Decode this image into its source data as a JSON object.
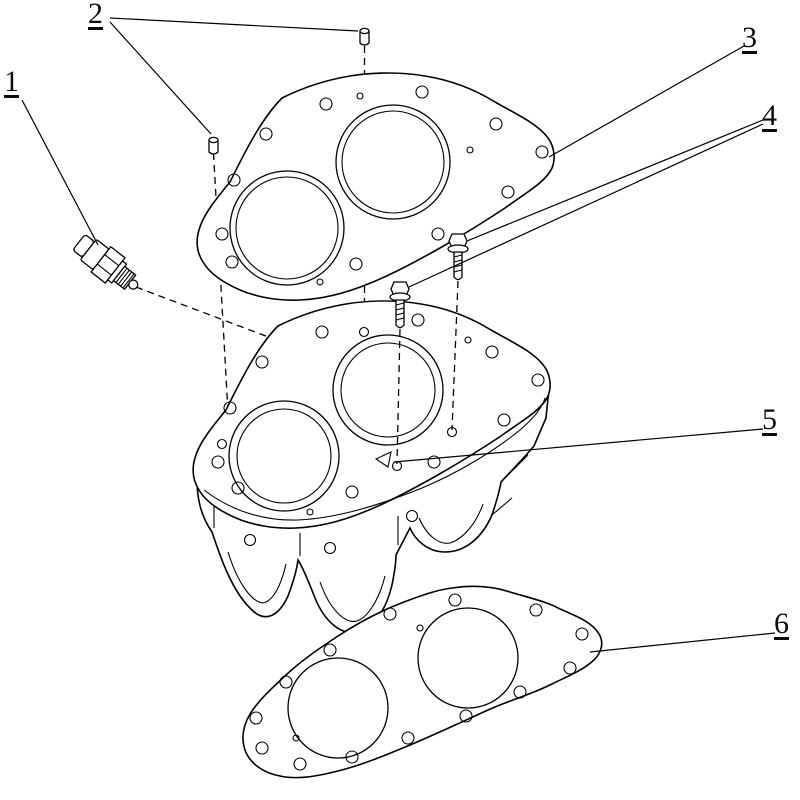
{
  "diagram": {
    "kind": "exploded-parts-diagram",
    "background_color": "#ffffff",
    "line_color": "#000000",
    "callouts": [
      {
        "number": "1",
        "part": "oil-pressure-switch"
      },
      {
        "number": "2",
        "part": "dowel-pins"
      },
      {
        "number": "3",
        "part": "head-gasket"
      },
      {
        "number": "4",
        "part": "mounting-bolts"
      },
      {
        "number": "5",
        "part": "cylinder-block"
      },
      {
        "number": "6",
        "part": "base-gasket"
      }
    ]
  }
}
